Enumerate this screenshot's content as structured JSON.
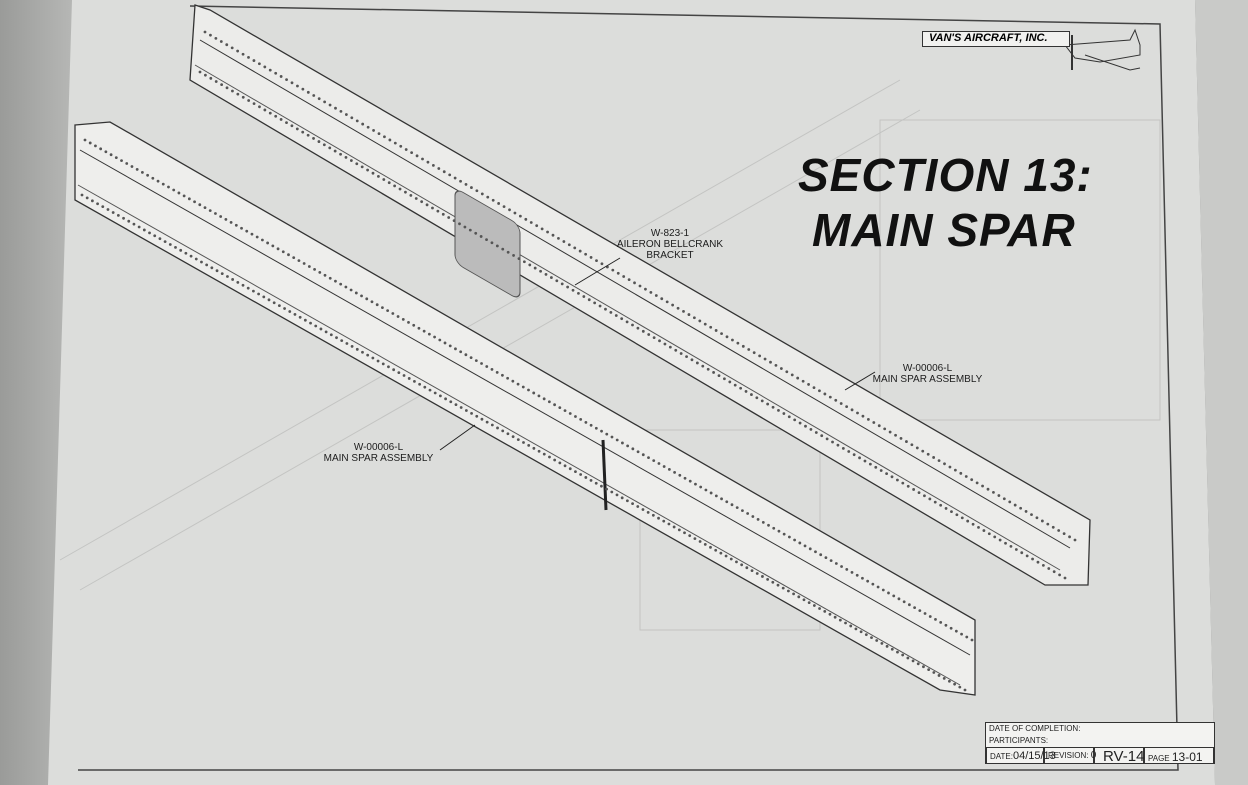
{
  "header": {
    "company": "VAN'S AIRCRAFT, INC."
  },
  "title": {
    "line1": "SECTION 13:",
    "line2": "MAIN SPAR"
  },
  "callouts": [
    {
      "part": "W-823-1",
      "desc1": "AILERON BELLCRANK",
      "desc2": "BRACKET"
    },
    {
      "part": "W-00006-L",
      "desc1": "MAIN SPAR ASSEMBLY"
    },
    {
      "part": "W-00006-L",
      "desc1": "MAIN SPAR ASSEMBLY"
    }
  ],
  "title_block": {
    "date_of_completion_label": "DATE OF COMPLETION:",
    "participants_label": "PARTICIPANTS:",
    "date_label": "DATE:",
    "date_value": "04/15/13",
    "revision_label": "REVISION:",
    "revision_value": "0",
    "model": "RV-14",
    "page_label": "PAGE",
    "page_value": "13-01"
  }
}
